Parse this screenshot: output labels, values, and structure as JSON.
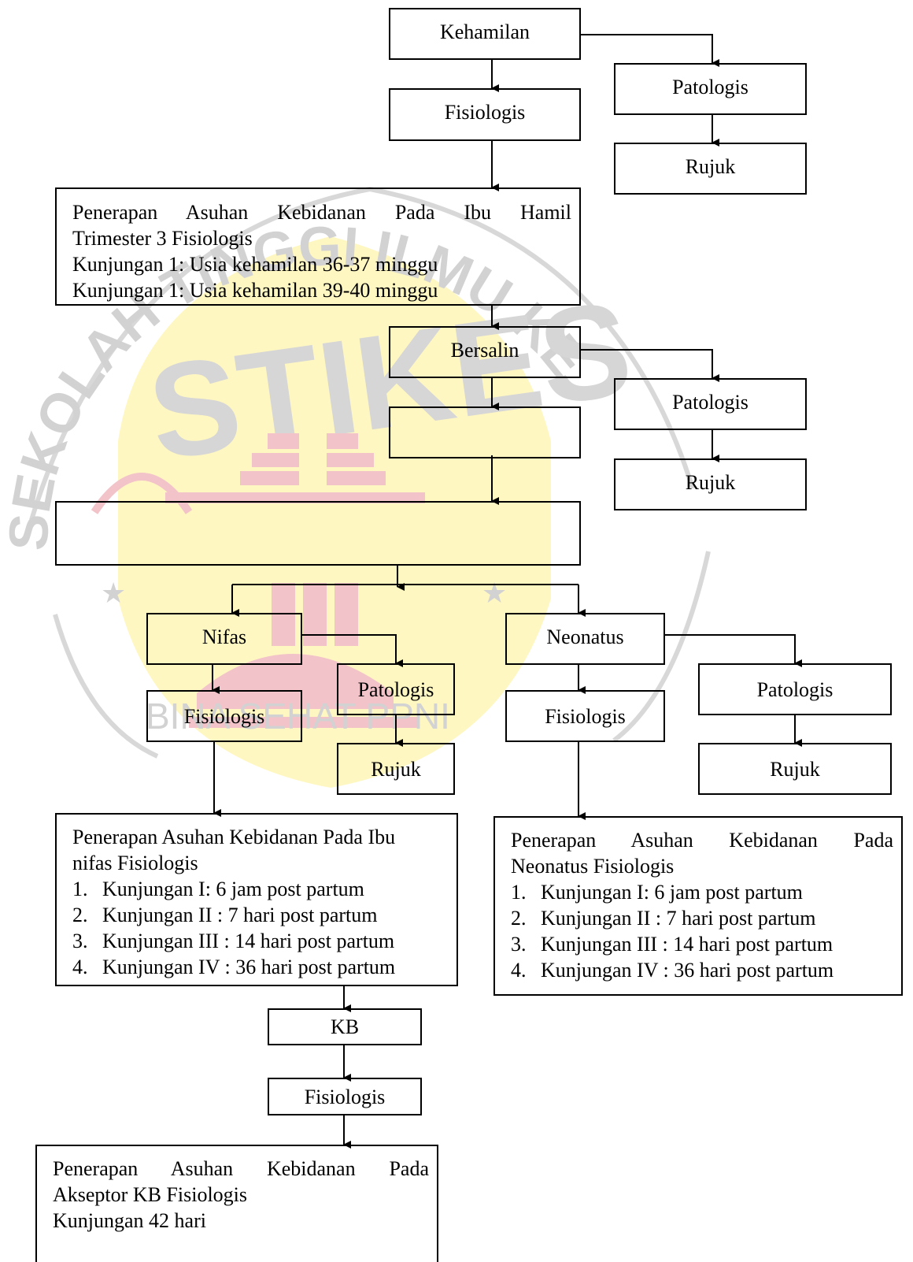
{
  "watermark": {
    "top_arc": "SEKOLAH TINGGI ILMU KESEHATAN",
    "big": "STIKES",
    "bottom": "BINA SEHAT PPNI"
  },
  "nodes": {
    "kehamilan": "Kehamilan",
    "fisiologis_1": "Fisiologis",
    "patologis_1": "Patologis",
    "rujuk_1": "Rujuk",
    "hamil": {
      "line1": "Penerapan Asuhan Kebidanan Pada Ibu Hamil",
      "line2": "Trimester 3 Fisiologis",
      "line3": "Kunjungan 1: Usia kehamilan 36-37 minggu",
      "line4": "Kunjungan 1: Usia kehamilan 39-40 minggu"
    },
    "bersalin": "Bersalin",
    "patologis_2": "Patologis",
    "rujuk_2": "Rujuk",
    "blank_small": "",
    "blank_wide": "",
    "nifas": "Nifas",
    "fisiologis_nifas": "Fisiologis",
    "patologis_nifas": "Patologis",
    "rujuk_nifas": "Rujuk",
    "neonatus": "Neonatus",
    "fisiologis_neo": "Fisiologis",
    "patologis_neo": "Patologis",
    "rujuk_neo": "Rujuk",
    "nifas_care": {
      "line1": "Penerapan Asuhan Kebidanan Pada Ibu",
      "line2": "nifas Fisiologis",
      "items": [
        {
          "num": "1.",
          "text": "Kunjungan I: 6 jam post partum"
        },
        {
          "num": "2.",
          "text": "Kunjungan II : 7 hari post partum"
        },
        {
          "num": "3.",
          "text": "Kunjungan III : 14 hari post partum"
        },
        {
          "num": "4.",
          "text": "Kunjungan IV : 36 hari post partum"
        }
      ]
    },
    "neo_care": {
      "line1": "Penerapan Asuhan Kebidanan Pada",
      "line2": "Neonatus Fisiologis",
      "items": [
        {
          "num": "1.",
          "text": "Kunjungan I: 6 jam post partum"
        },
        {
          "num": "2.",
          "text": "Kunjungan II : 7 hari post partum"
        },
        {
          "num": "3.",
          "text": "Kunjungan III : 14 hari post partum"
        },
        {
          "num": "4.",
          "text": "Kunjungan IV : 36 hari post partum"
        }
      ]
    },
    "kb": "KB",
    "fisiologis_kb": "Fisiologis",
    "kb_care": {
      "line1": "Penerapan Asuhan Kebidanan Pada",
      "line2": "Akseptor KB Fisiologis",
      "line3": "Kunjungan 42 hari"
    }
  },
  "colors": {
    "watermark_gray": "#d2d2d2",
    "watermark_pink": "#f2c3c8",
    "watermark_yellow": "#fff7c2",
    "line": "#000000"
  }
}
